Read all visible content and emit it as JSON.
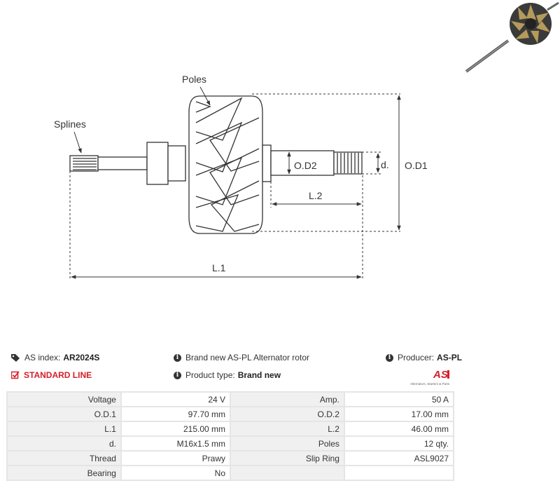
{
  "drawing": {
    "labels": {
      "poles": "Poles",
      "splines": "Splines",
      "od2": "O.D2",
      "d": "d.",
      "od1": "O.D1",
      "l2": "L.2",
      "l1": "L.1"
    }
  },
  "info": {
    "as_index_label": "AS index:",
    "as_index_value": "AR2024S",
    "line": "STANDARD LINE",
    "description": "Brand new AS-PL Alternator rotor",
    "product_type_label": "Product type:",
    "product_type_value": "Brand new",
    "producer_label": "Producer:",
    "producer_value": "AS-PL",
    "logo_text": "AS",
    "logo_tagline": "Alternators, Starters & Parts"
  },
  "specs": [
    {
      "k1": "Voltage",
      "v1": "24 V",
      "k2": "Amp.",
      "v2": "50 A"
    },
    {
      "k1": "O.D.1",
      "v1": "97.70 mm",
      "k2": "O.D.2",
      "v2": "17.00 mm"
    },
    {
      "k1": "L.1",
      "v1": "215.00 mm",
      "k2": "L.2",
      "v2": "46.00 mm"
    },
    {
      "k1": "d.",
      "v1": "M16x1.5 mm",
      "k2": "Poles",
      "v2": "12 qty."
    },
    {
      "k1": "Thread",
      "v1": "Prawy",
      "k2": "Slip Ring",
      "v2": "ASL9027"
    },
    {
      "k1": "Bearing",
      "v1": "No",
      "k2": "",
      "v2": ""
    }
  ],
  "colors": {
    "accent": "#d3202a",
    "line": "#333333",
    "cell_key": "#f0f0f0"
  }
}
